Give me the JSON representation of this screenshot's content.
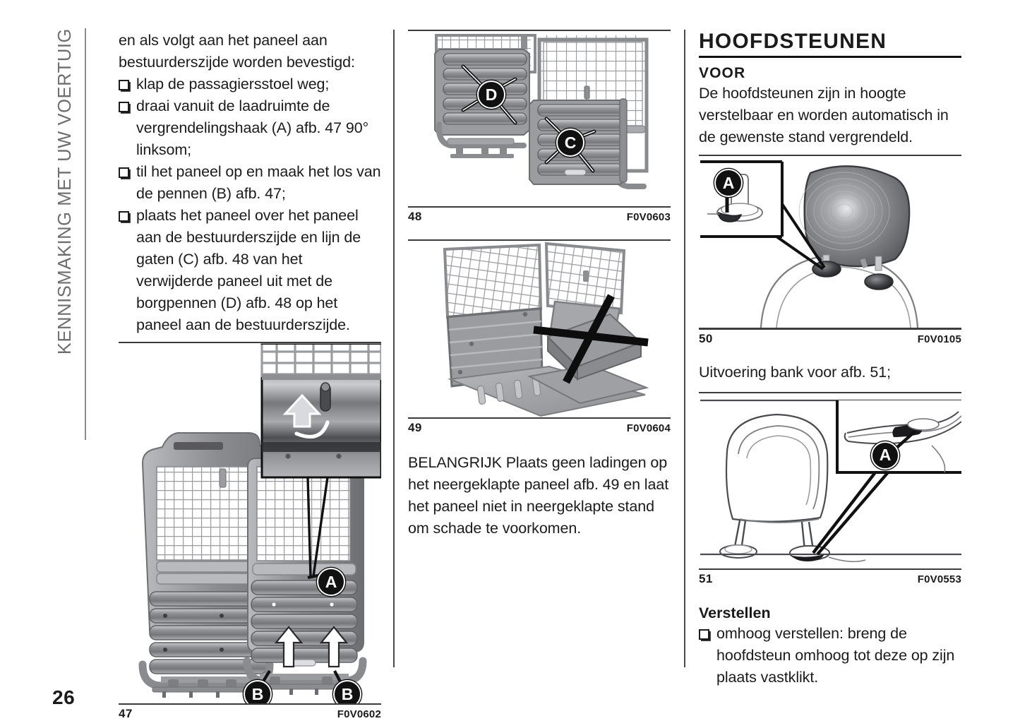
{
  "page": {
    "number": "26",
    "side_tab": "KENNISMAKING MET UW VOERTUIG"
  },
  "col1": {
    "intro": "en als volgt aan het paneel aan bestuurderszijde worden bevestigd:",
    "bullets": [
      "klap de passagiersstoel weg;",
      "draai vanuit de laadruimte de vergrendelingshaak (A) afb. 47 90° linksom;",
      "til het paneel op en maak het los van de pennen (B) afb. 47;",
      "plaats het paneel over het paneel aan de bestuurderszijde en lijn de gaten (C) afb. 48 van het verwijderde paneel uit met de borgpennen (D) afb. 48 op het paneel aan de bestuurderszijde."
    ],
    "figure": {
      "number": "47",
      "code": "F0V0602",
      "labels": {
        "a": "A",
        "b1": "B",
        "b2": "B"
      }
    }
  },
  "col2": {
    "figure48": {
      "number": "48",
      "code": "F0V0603",
      "labels": {
        "d": "D",
        "c": "C"
      }
    },
    "figure49": {
      "number": "49",
      "code": "F0V0604"
    },
    "note": "BELANGRIJK Plaats geen ladingen op het neergeklapte paneel afb. 49 en laat het paneel niet in neergeklapte stand om schade te voorkomen."
  },
  "col3": {
    "title": "HOOFDSTEUNEN",
    "subtitle": "VOOR",
    "intro": "De hoofdsteunen zijn in hoogte verstelbaar en worden automatisch in de gewenste stand vergrendeld.",
    "figure50": {
      "number": "50",
      "code": "F0V0105",
      "labels": {
        "a": "A"
      }
    },
    "bench_line": "Uitvoering bank voor afb. 51;",
    "figure51": {
      "number": "51",
      "code": "F0V0553",
      "labels": {
        "a": "A"
      }
    },
    "adjust_heading": "Verstellen",
    "adjust_bullets": [
      "omhoog verstellen: breng de hoofdsteun omhoog tot deze op zijn plaats vastklikt."
    ]
  },
  "colors": {
    "text": "#1b1b1b",
    "tab_gray": "#6e6e6e",
    "rule": "#3b3b3b",
    "metal_dark": "#6f7073",
    "metal_mid": "#9a9b9e",
    "metal_light": "#c6c7ca"
  }
}
